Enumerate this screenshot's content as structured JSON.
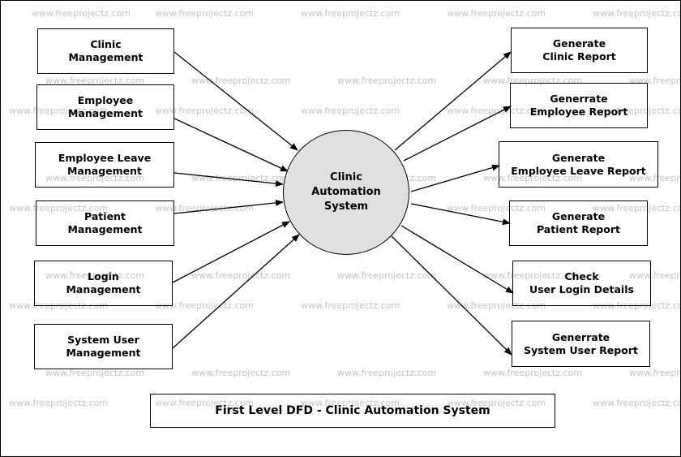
{
  "watermark": "www.freeprojectz.com",
  "process": {
    "label": "Clinic\nAutomation\nSystem",
    "fill": "#e0e0e0"
  },
  "inputs": [
    {
      "label": "Clinic\nManagement"
    },
    {
      "label": "Employee\nManagement"
    },
    {
      "label": "Employee Leave\nManagement"
    },
    {
      "label": "Patient\nManagement"
    },
    {
      "label": "Login\nManagement"
    },
    {
      "label": "System User\nManagement"
    }
  ],
  "outputs": [
    {
      "label": "Generate\nClinic Report"
    },
    {
      "label": "Generrate\nEmployee Report"
    },
    {
      "label": "Generate\nEmployee Leave Report"
    },
    {
      "label": "Generate\nPatient Report"
    },
    {
      "label": "Check\nUser Login Details"
    },
    {
      "label": "Generrate\nSystem User Report"
    }
  ],
  "title": "First Level DFD - Clinic Automation System"
}
